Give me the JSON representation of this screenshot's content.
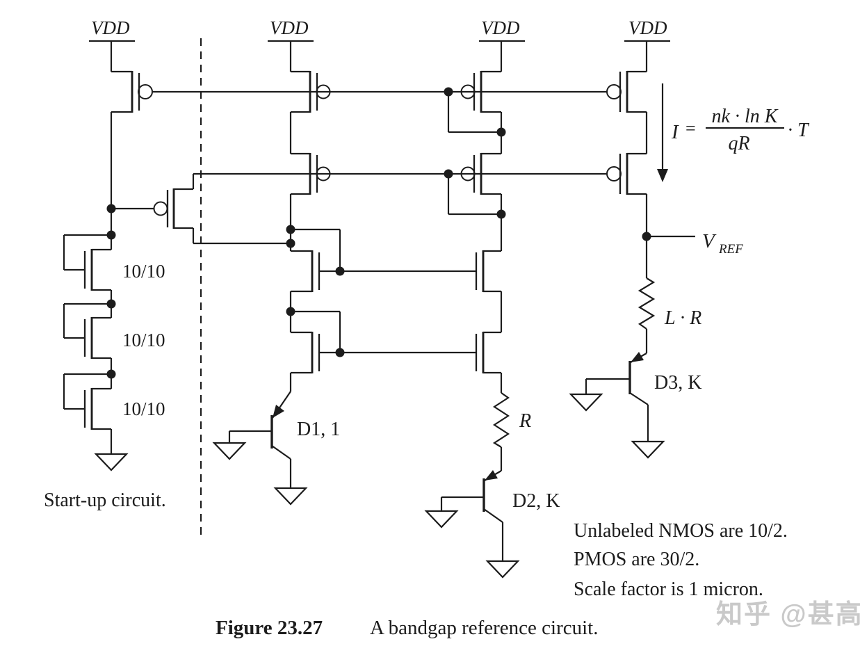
{
  "vdd": "VDD",
  "startup": {
    "sizes": [
      "10/10",
      "10/10",
      "10/10"
    ],
    "caption": "Start-up circuit."
  },
  "devices": {
    "d1": "D1, 1",
    "d2": "D2, K",
    "d3": "D3, K",
    "r": "R",
    "lr": "L · R"
  },
  "output": {
    "v": "V",
    "sub": "REF"
  },
  "equation": {
    "lhs": "I",
    "eq": "=",
    "num": "nk · ln K",
    "den": "qR",
    "factor": "· T"
  },
  "notes": {
    "line1": "Unlabeled NMOS are 10/2.",
    "line2": "PMOS are 30/2.",
    "line3": "Scale factor is 1 micron."
  },
  "caption": {
    "label": "Figure 23.27",
    "text": "A bandgap reference circuit."
  },
  "watermark": "知乎 @甚高",
  "colors": {
    "ink": "#1c1c1c",
    "paper": "#ffffff",
    "watermark": "#c9c9c9"
  }
}
